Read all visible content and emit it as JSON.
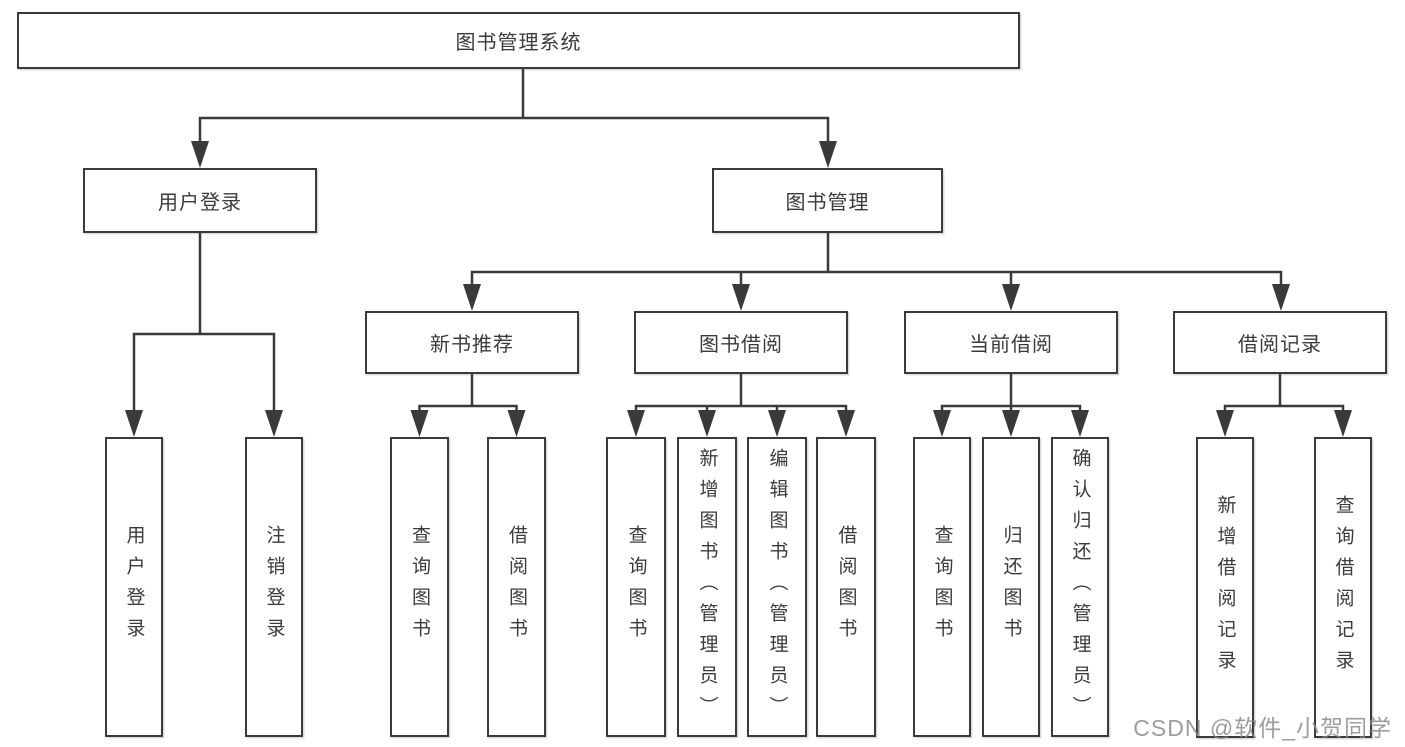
{
  "diagram": {
    "root": {
      "label": "图书管理系统"
    },
    "user_login": {
      "label": "用户登录",
      "children": [
        "用户登录",
        "注销登录"
      ]
    },
    "book_mgmt": {
      "label": "图书管理"
    },
    "new_book": {
      "label": "新书推荐",
      "children": [
        "查询图书",
        "借阅图书"
      ]
    },
    "book_borrow": {
      "label": "图书借阅",
      "children": [
        "查询图书",
        "新增图书（管理员）",
        "编辑图书（管理员）",
        "借阅图书"
      ]
    },
    "current_borrow": {
      "label": "当前借阅",
      "children": [
        "查询图书",
        "归还图书",
        "确认归还（管理员）"
      ]
    },
    "borrow_record": {
      "label": "借阅记录",
      "children": [
        "新增借阅记录",
        "查询借阅记录"
      ]
    }
  },
  "watermark": {
    "text": "CSDN @软件_小贺同学"
  },
  "colors": {
    "line": "#3a3a3a",
    "text": "#3b3b3b",
    "watermark": "#878787",
    "background": "#ffffff"
  }
}
